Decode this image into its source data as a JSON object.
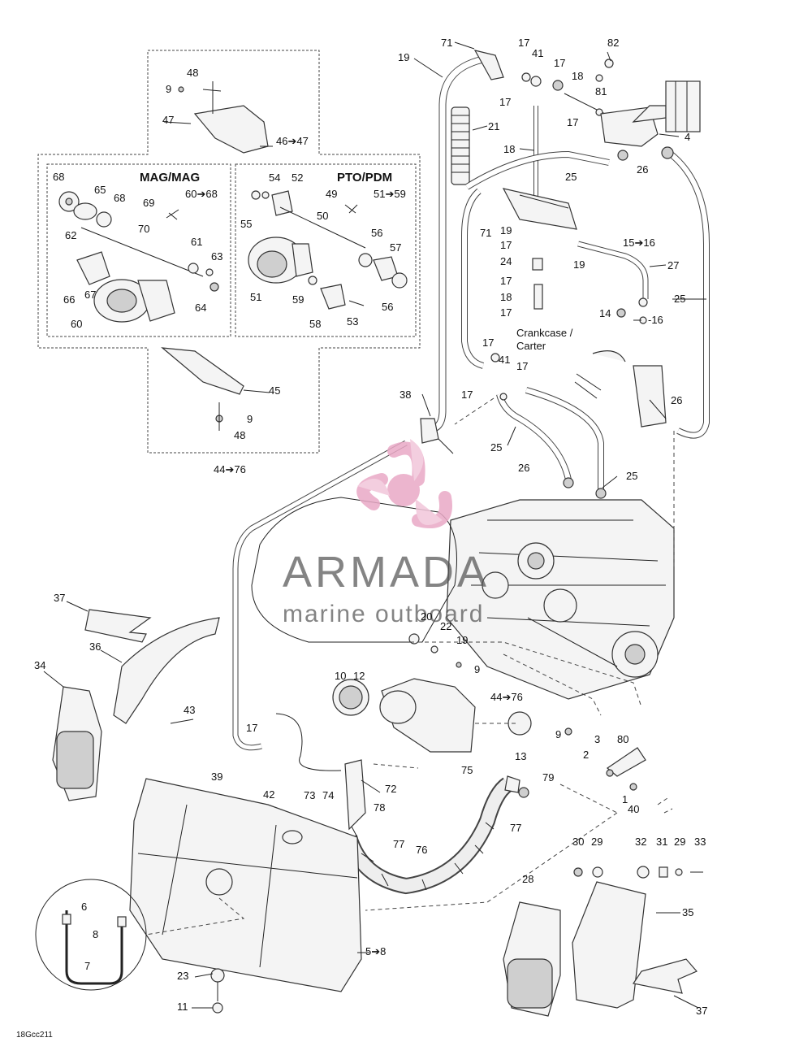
{
  "diagram": {
    "code": "18Gcc211",
    "section_mag": "MAG/MAG",
    "section_pto": "PTO/PDM",
    "range_mag": "60➔68",
    "range_pto": "51➔59",
    "crankcase_label": "Crankcase /",
    "carter_label": "Carter",
    "labels": {
      "l71a": "71",
      "l19a": "19",
      "l17a": "17",
      "l41a": "41",
      "l17b": "17",
      "l18a": "18",
      "l82": "82",
      "l81": "81",
      "l17c": "17",
      "l17d": "17",
      "l21": "21",
      "l18b": "18",
      "l4": "4",
      "l25a": "25",
      "l26a": "26",
      "l71b": "71",
      "l19b": "19",
      "l17e": "17",
      "l24": "24",
      "l17f": "17",
      "l18c": "18",
      "l17g": "17",
      "l19c": "19",
      "l15_16": "15➔16",
      "l27": "27",
      "l25b": "25",
      "l14a": "14",
      "l16": "-16",
      "l17h": "17",
      "l41b": "41",
      "l17i": "17",
      "l17j": "17",
      "l25c": "25",
      "l26b": "26",
      "l25d": "25",
      "l26c": "26",
      "l38": "38",
      "l48a": "48",
      "l9a": "9",
      "l47a": "47",
      "l46_47": "46➔47",
      "l68a": "68",
      "l65": "65",
      "l68b": "68",
      "l69": "69",
      "l70": "70",
      "l62": "62",
      "l61": "61",
      "l63": "63",
      "l64": "64",
      "l66": "66",
      "l67": "67",
      "l60": "60",
      "l54": "54",
      "l52": "52",
      "l49": "49",
      "l55": "55",
      "l50": "50",
      "l56a": "56",
      "l57": "57",
      "l51": "51",
      "l59": "59",
      "l56b": "56",
      "l58": "58",
      "l53": "53",
      "l45": "45",
      "l9b": "9",
      "l48b": "48",
      "l44_76a": "44➔76",
      "l37a": "37",
      "l36": "36",
      "l34": "34",
      "l43": "43",
      "l17k": "17",
      "l39": "39",
      "l42": "42",
      "l73": "73",
      "l74": "74",
      "l72": "72",
      "l78": "78",
      "l77a": "77",
      "l76": "76",
      "l75": "75",
      "l77b": "77",
      "l79": "79",
      "l20": "20",
      "l22": "22",
      "l19d": "19",
      "l9c": "9",
      "l10": "10",
      "l12": "12",
      "l44_76b": "44➔76",
      "l13": "13",
      "l9d": "9",
      "l3": "3",
      "l80": "80",
      "l2": "2",
      "l1": "1",
      "l40": "40",
      "l30": "30",
      "l29a": "29",
      "l32": "32",
      "l31": "31",
      "l29b": "29",
      "l33": "33",
      "l28": "28",
      "l35": "35",
      "l37b": "37",
      "l6": "6",
      "l8": "8",
      "l7": "7",
      "l5_8": "5➔8",
      "l23": "23",
      "l11": "11"
    }
  },
  "watermark": {
    "brand": "ARMADA",
    "tagline": "marine outboard",
    "color": "#e9a9c6"
  }
}
